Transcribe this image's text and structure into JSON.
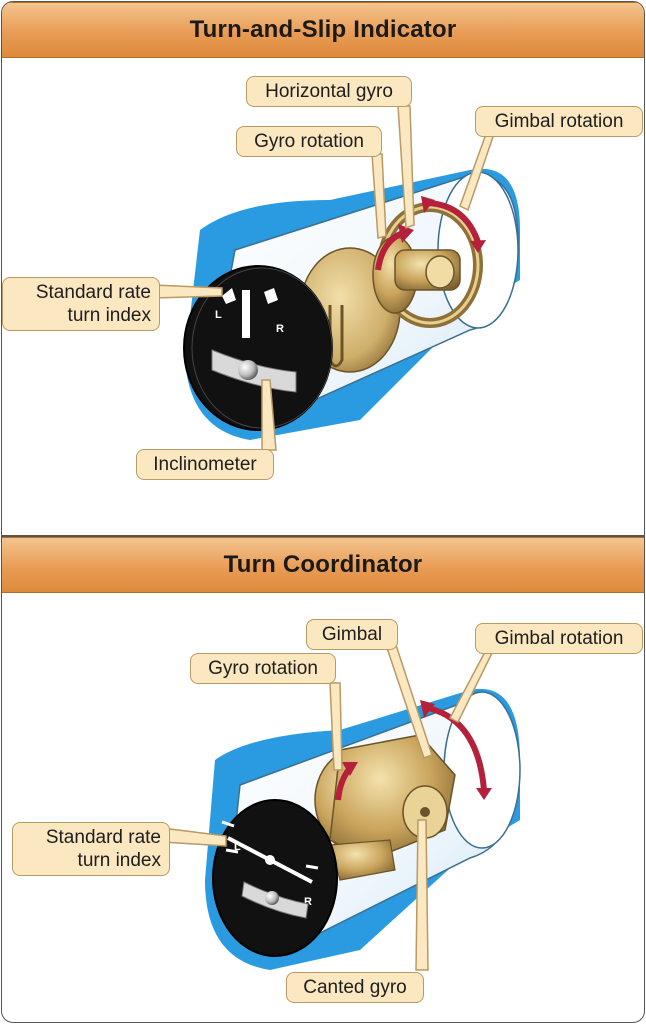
{
  "top_panel": {
    "title": "Turn-and-Slip Indicator",
    "labels": {
      "horizontal_gyro": "Horizontal gyro",
      "gyro_rotation": "Gyro rotation",
      "gimbal_rotation": "Gimbal rotation",
      "standard_rate_line1": "Standard rate",
      "standard_rate_line2": "turn index",
      "inclinometer": "Inclinometer"
    },
    "dial_marks": {
      "left": "L",
      "right": "R"
    }
  },
  "bottom_panel": {
    "title": "Turn Coordinator",
    "labels": {
      "gimbal": "Gimbal",
      "gimbal_rotation": "Gimbal rotation",
      "gyro_rotation": "Gyro rotation",
      "standard_rate_line1": "Standard rate",
      "standard_rate_line2": "turn index",
      "canted_gyro": "Canted gyro"
    },
    "dial_marks": {
      "left": "L",
      "right": "R"
    }
  },
  "colors": {
    "header_band": "#e99c55",
    "label_fill": "#fbe7c0",
    "housing_blue": "#2a9be0",
    "brass": "#c9a45c",
    "rotation_arrow": "#b5213a"
  }
}
